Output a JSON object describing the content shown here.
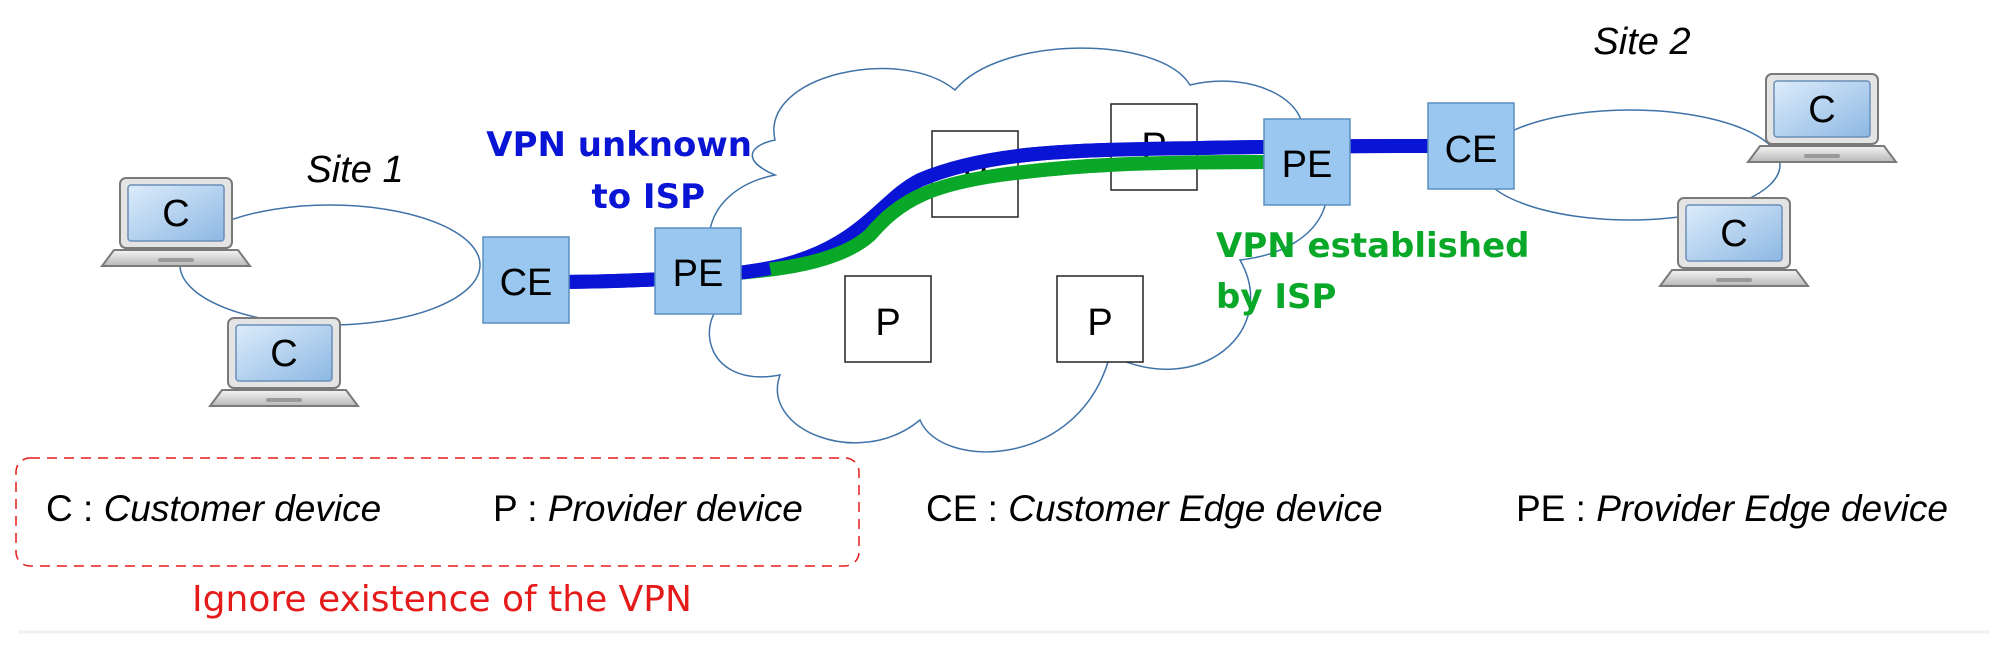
{
  "sites": {
    "site1": "Site 1",
    "site2": "Site 2"
  },
  "devices": {
    "customer": "C",
    "customer_edge": "CE",
    "provider_edge": "PE",
    "provider": "P"
  },
  "annotations": {
    "vpn_unknown_line1": "VPN unknown",
    "vpn_unknown_line2": "to ISP",
    "vpn_established_line1": "VPN established",
    "vpn_established_line2": "by ISP"
  },
  "legend": {
    "c_abbr": "C",
    "c_desc": "Customer device",
    "p_abbr": "P",
    "p_desc": "Provider device",
    "ce_abbr": "CE",
    "ce_desc": "Customer Edge device",
    "pe_abbr": "PE",
    "pe_desc": "Provider Edge device",
    "separator": " : ",
    "ignore_note": "Ignore existence of the VPN"
  },
  "colors": {
    "edge_box_fill": "#99c7ef",
    "edge_box_stroke": "#5a8fbf",
    "customer_vpn": "#0a14d4",
    "provider_vpn": "#0aa828",
    "ignore_note": "#e51b1b",
    "cloud_stroke": "#3f73a8",
    "link_stroke": "#3f73a8"
  }
}
